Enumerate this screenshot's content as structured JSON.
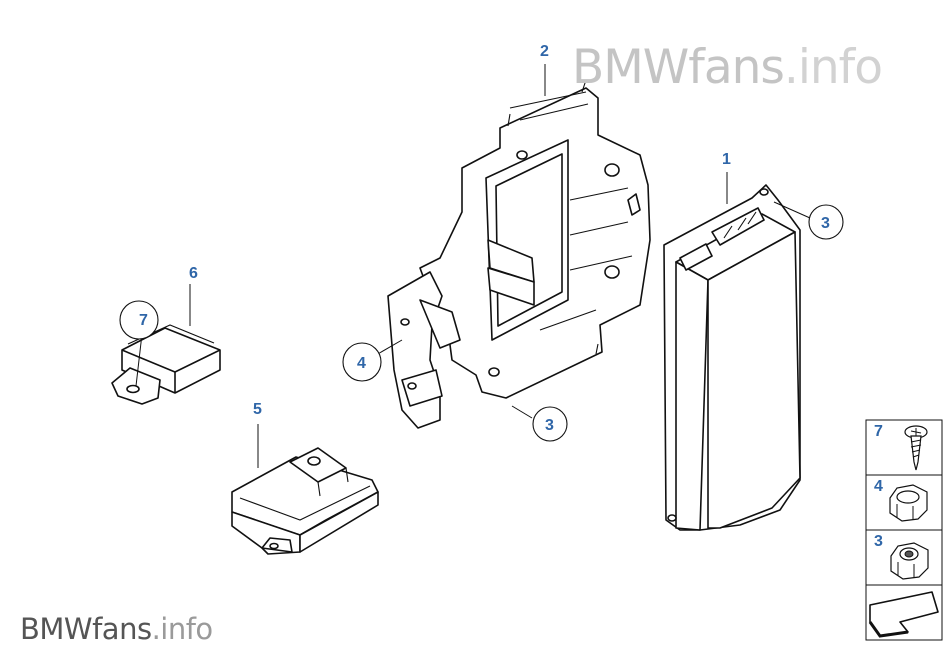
{
  "watermark_top": {
    "brand": "BMWfans",
    "suffix": ".info"
  },
  "watermark_bottom": {
    "brand": "BMWfans",
    "suffix": ".info"
  },
  "callouts": {
    "c1": "1",
    "c2": "2",
    "c3_right": "3",
    "c3_bottom": "3",
    "c4": "4",
    "c5": "5",
    "c6": "6",
    "c7": "7"
  },
  "legend": {
    "screw": "7",
    "nut_a": "4",
    "nut_b": "3"
  }
}
